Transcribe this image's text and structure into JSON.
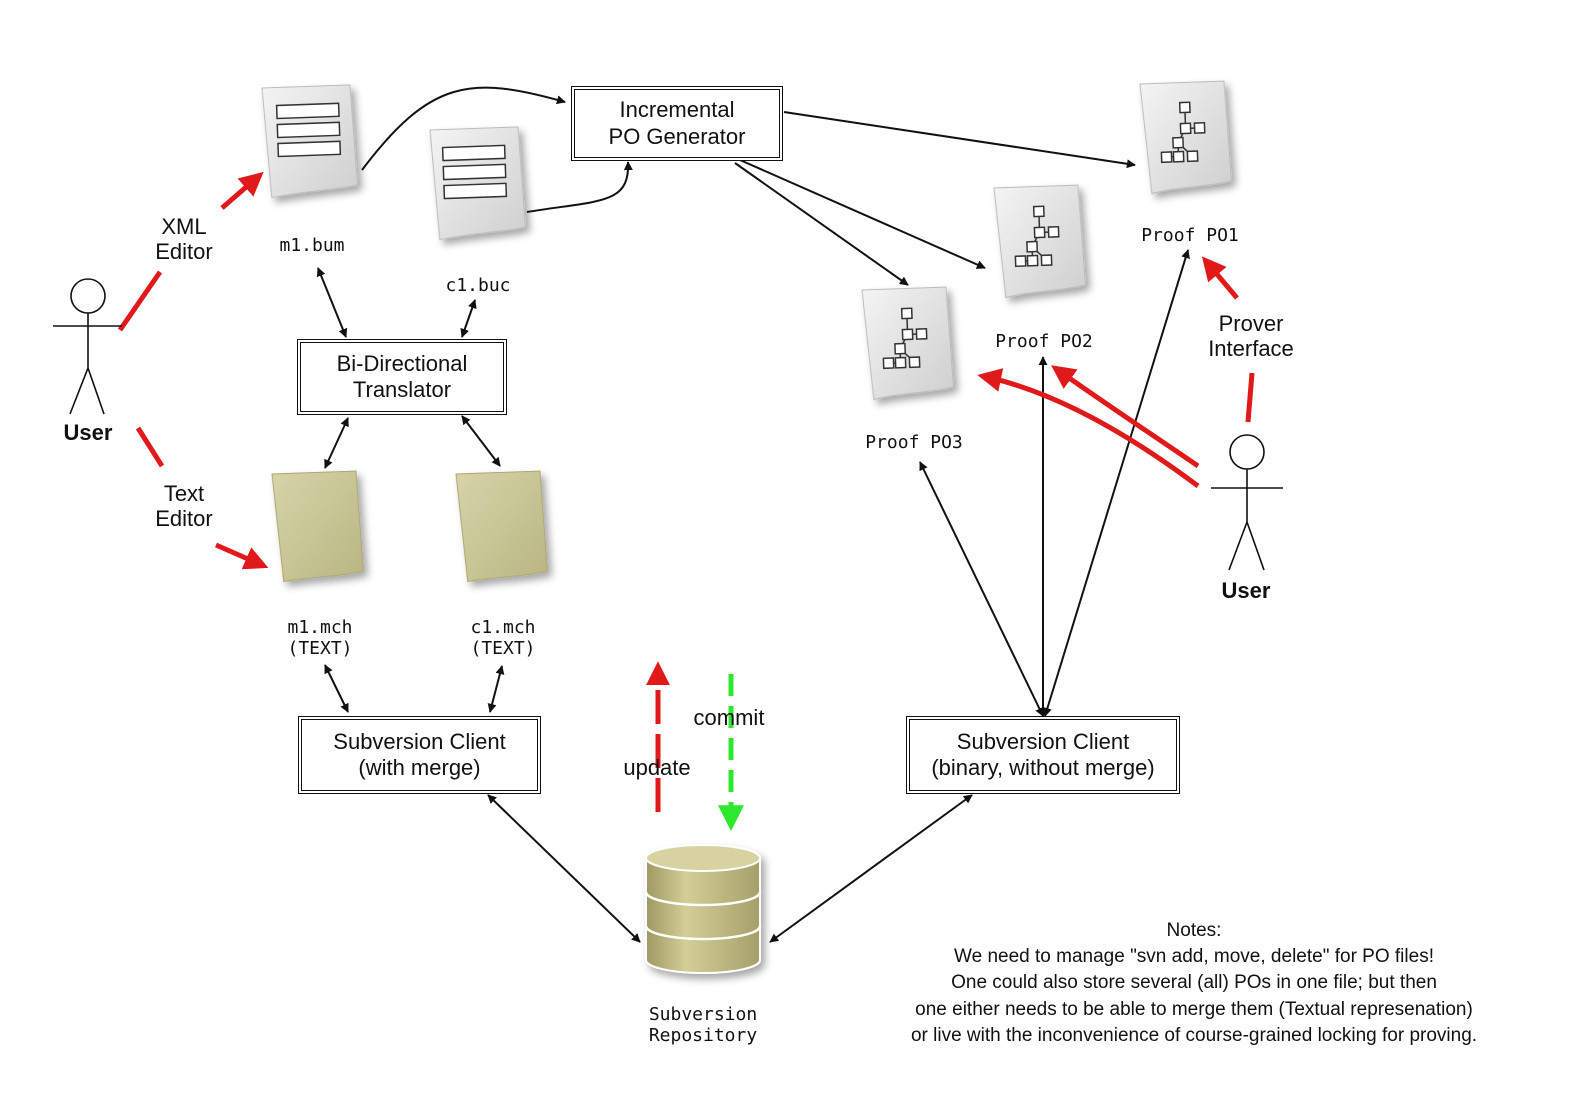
{
  "colors": {
    "red": "#e01a1a",
    "green": "#2ee82e",
    "black": "#111111",
    "xml_doc": "#dedede",
    "text_doc": "#c9c798",
    "repo": "#c3bd86"
  },
  "users": {
    "left": "User",
    "right": "User"
  },
  "edges": {
    "xml_editor": "XML\nEditor",
    "text_editor": "Text\nEditor",
    "prover_interface": "Prover\nInterface",
    "commit": "commit",
    "update": "update"
  },
  "boxes": {
    "po_generator": "Incremental\nPO Generator",
    "translator": "Bi-Directional\nTranslator",
    "svn_merge": "Subversion Client\n(with merge)",
    "svn_binary": "Subversion Client\n(binary, without merge)"
  },
  "files": {
    "m1_bum": "m1.bum",
    "c1_buc": "c1.buc",
    "m1_mch": "m1.mch\n(TEXT)",
    "c1_mch": "c1.mch\n(TEXT)",
    "po1": "Proof PO1",
    "po2": "Proof PO2",
    "po3": "Proof PO3",
    "repository": "Subversion\nRepository"
  },
  "icons": {
    "xml_doc": "xml-document-icon",
    "text_doc": "text-document-icon",
    "proof_doc": "proof-tree-icon",
    "repository": "database-icon",
    "user": "stick-figure-icon"
  },
  "notes": "Notes:\nWe need to manage \"svn add, move, delete\" for PO files!\nOne could also store several (all) POs in one file; but then\none either needs to be able to merge them (Textual represenation)\nor live with the inconvenience of course-grained locking for proving."
}
